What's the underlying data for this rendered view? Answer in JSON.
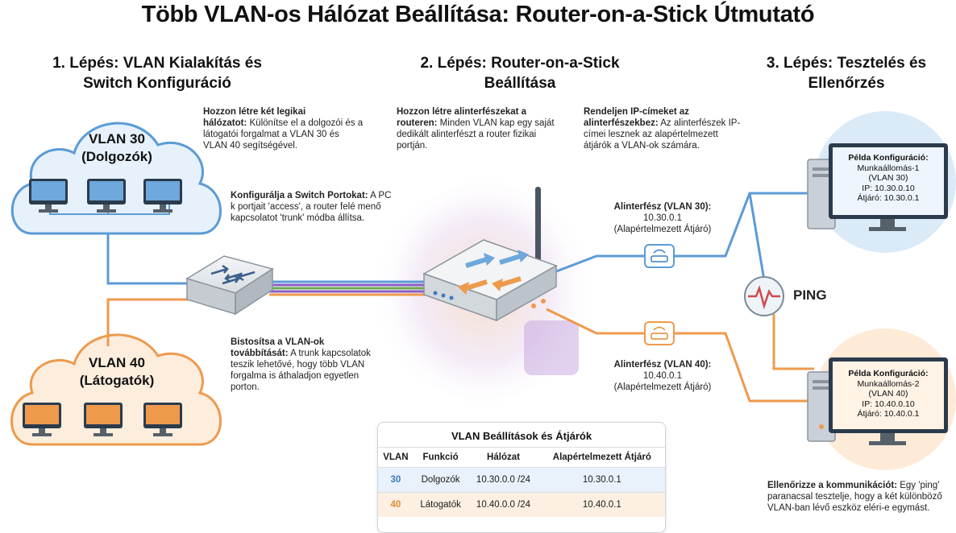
{
  "title": "Több VLAN-os Hálózat Beállítása: Router-on-a-Stick Útmutató",
  "steps": {
    "step1": [
      "1. Lépés: VLAN Kialakítás és",
      "Switch Konfiguráció"
    ],
    "step2": [
      "2. Lépés: Router-on-a-Stick",
      "Beállítása"
    ],
    "step3": [
      "3. Lépés: Tesztelés és",
      "Ellenőrzés"
    ]
  },
  "clouds": {
    "vlan30": [
      "VLAN 30",
      "(Dolgozók)"
    ],
    "vlan40": [
      "VLAN 40",
      "(Látogatók)"
    ]
  },
  "notes": {
    "create_networks": {
      "bold": [
        "Hozzon létre két legikai",
        "hálózatot:"
      ],
      "text": " Különítse el a dolgozói és a látogatói forgalmat a VLAN 30 és VLAN 40 segítségével."
    },
    "configure_ports": {
      "bold": "Konfigurálja a Switch Portokat:",
      "text": " A PC k portjait 'access', a router felé menő kapcsolatot 'trunk' módba állítsa."
    },
    "ensure_forwarding": {
      "bold": [
        "Bistosítsa a VLAN-ok",
        "továbbítását:"
      ],
      "text": " A trunk kapcsolatok teszik lehetővé, hogy több VLAN forgalma is áthaladjon egyetlen porton."
    },
    "create_subinterfaces": {
      "bold": [
        "Hozzon létre alinterfészekat a",
        "routeren:"
      ],
      "text": " Minden VLAN kap egy saját dedikált alinterfészt a router fizikai portján."
    },
    "assign_ip": {
      "bold": [
        "Rendeljen IP-címeket az",
        "alinterfészekbez:"
      ],
      "text": " Az alinterfészek IP-címei lesznek az alapértelmezett átjárók a VLAN-ok számára."
    },
    "verify": {
      "bold": "Ellenőrizze a kommunikációt:",
      "text": " Egy 'ping' paranacsal tesztelje, hogy a két különböző VLAN-ban lévő eszköz eléri-e egymást."
    }
  },
  "subinterfaces": {
    "vlan30": {
      "label": "Alinterfész (VLAN 30):",
      "ip": "10.30.0.1",
      "role": "(Alapértelmezett Átjáró)"
    },
    "vlan40": {
      "label": "Alinterfész (VLAN 40):",
      "ip": "10.40.0.1",
      "role": "(Alapértelmezett Átjáró)"
    }
  },
  "ping": "PING",
  "configs": {
    "ws1": {
      "title": "Példa Konfiguráció:",
      "lines": [
        "Munkaállomás-1",
        "(VLAN 30)",
        "IP: 10.30.0.10",
        "Átjáró: 10.30.0.1"
      ]
    },
    "ws2": {
      "title": "Példa Konfiguráció:",
      "lines": [
        "Munkaállomás-2",
        "(VLAN 40)",
        "IP: 10.40.0.10",
        "Átjáró: 10.40.0.1"
      ]
    }
  },
  "table": {
    "title": "VLAN Beállítások és Átjárók",
    "headers": [
      "VLAN",
      "Funkció",
      "Hálózat",
      "Alapértelmezett Átjáró"
    ],
    "rows": [
      [
        "30",
        "Dolgozók",
        "10.30.0.0 /24",
        "10.30.0.1"
      ],
      [
        "40",
        "Látogatók",
        "10.40.0.0 /24",
        "10.40.0.1"
      ]
    ]
  },
  "colors": {
    "vlan30": "#5b9bd5",
    "vlan40": "#ee9a4d",
    "trunk_purple": "#8a5cc4",
    "trunk_green": "#6aa84f"
  }
}
